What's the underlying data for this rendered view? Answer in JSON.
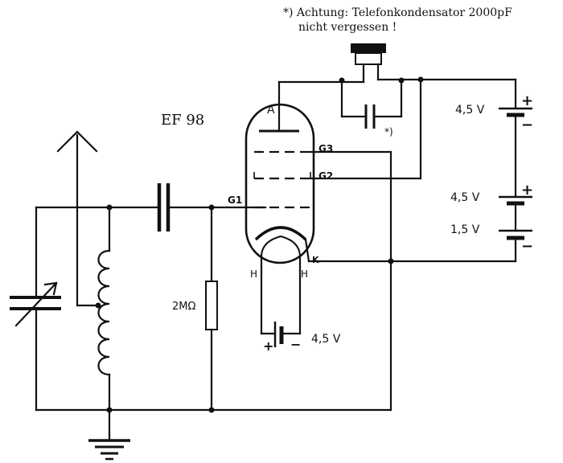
{
  "note": {
    "line1": "*)  Achtung: Telefonkondensator  2000pF",
    "line2": "nicht vergessen !"
  },
  "tube": {
    "type": "EF 98",
    "anode": "A",
    "grid3": "G3",
    "grid2": "G2",
    "grid1": "G1",
    "cathode": "K",
    "heater_left": "H",
    "heater_right": "H"
  },
  "components": {
    "resistor": "2MΩ",
    "capacitor_mark": "*)"
  },
  "batteries": {
    "top": "4,5 V",
    "middle": "4,5 V",
    "bottom": "1,5 V",
    "heater": "4,5 V",
    "plus": "+",
    "minus": "−"
  },
  "colors": {
    "ink": "#111111",
    "background": "#ffffff"
  }
}
